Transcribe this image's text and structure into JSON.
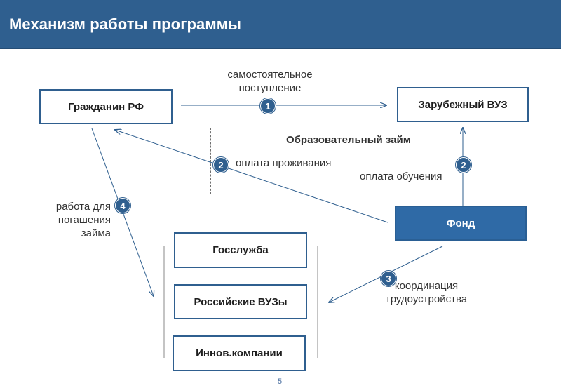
{
  "header": {
    "title": "Механизм работы программы"
  },
  "nodes": {
    "citizen": "Гражданин РФ",
    "foreign_uni": "Зарубежный ВУЗ",
    "fund": "Фонд",
    "civil_service": "Госслужба",
    "russian_unis": "Российские ВУЗы",
    "innov_companies": "Иннов.компании"
  },
  "loan": {
    "title": "Образовательный займ"
  },
  "labels": {
    "self_admission_line1": "самостоятельное",
    "self_admission_line2": "поступление",
    "living_payment": "оплата проживания",
    "tuition_payment": "оплата обучения",
    "work_line1": "работа для",
    "work_line2": "погашения",
    "work_line3": "займа",
    "coordination_line1": "координация",
    "coordination_line2": "трудоустройства"
  },
  "badges": {
    "b1": "1",
    "b2a": "2",
    "b2b": "2",
    "b3": "3",
    "b4": "4"
  },
  "page_number": "5",
  "colors": {
    "header": "#2f5f8f",
    "fund_fill": "#2f6aa6",
    "arrow": "#2f5f8f"
  }
}
